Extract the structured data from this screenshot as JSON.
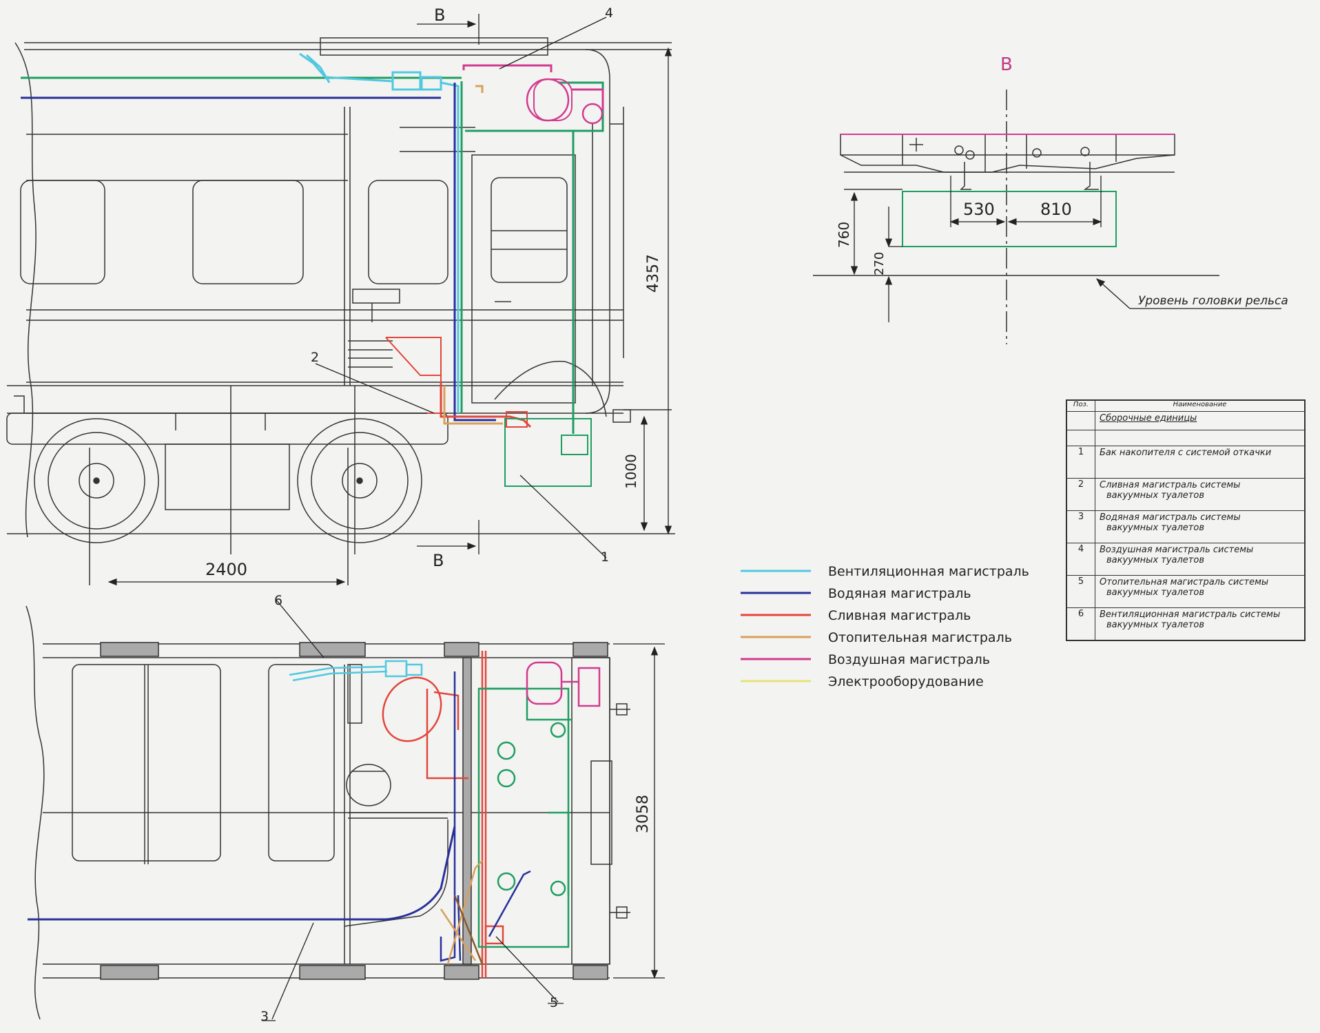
{
  "section_view": {
    "title": "В",
    "cut_marker_top": "В",
    "cut_marker_bottom": "В",
    "dims": {
      "d530": "530",
      "d810": "810",
      "d760": "760",
      "d270": "270"
    },
    "rail_level": "Уровень головки рельса"
  },
  "side_view": {
    "dims": {
      "d4357": "4357",
      "d1000": "1000",
      "d2400": "2400"
    },
    "callouts": [
      "1",
      "2",
      "4"
    ]
  },
  "plan_view": {
    "dims": {
      "d3058": "3058"
    },
    "callouts": [
      "3",
      "5",
      "6"
    ]
  },
  "legend": {
    "items": [
      {
        "label": "Вентиляционная магистраль",
        "color": "#4fc8e0"
      },
      {
        "label": "Водяная магистраль",
        "color": "#27309a"
      },
      {
        "label": "Сливная магистраль",
        "color": "#e2463c"
      },
      {
        "label": "Отопительная магистраль",
        "color": "#d9a05a"
      },
      {
        "label": "Воздушная магистраль",
        "color": "#d23a8f"
      },
      {
        "label": "Электрооборудование",
        "color": "#e8e27a"
      }
    ]
  },
  "spec_table": {
    "header_pos": "Поз.",
    "header_name": "Наименование",
    "group_title": "Сборочные единицы",
    "rows": [
      {
        "pos": "1",
        "name": "Бак накопителя с системой откачки",
        "name2": ""
      },
      {
        "pos": "2",
        "name": "Сливная магистраль системы",
        "name2": "вакуумных туалетов"
      },
      {
        "pos": "3",
        "name": "Водяная магистраль системы",
        "name2": "вакуумных туалетов"
      },
      {
        "pos": "4",
        "name": "Воздушная магистраль системы",
        "name2": "вакуумных туалетов"
      },
      {
        "pos": "5",
        "name": "Отопительная магистраль системы",
        "name2": "вакуумных туалетов"
      },
      {
        "pos": "6",
        "name": "Вентиляционная магистраль системы",
        "name2": "вакуумных туалетов"
      }
    ]
  }
}
